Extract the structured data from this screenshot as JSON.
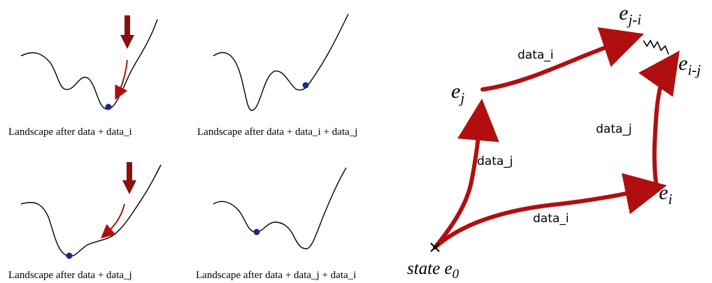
{
  "panels": [
    {
      "caption": "Landscape after data + data_i"
    },
    {
      "caption": "Landscape after data + data_i + data_j"
    },
    {
      "caption": "Landscape after data + data_j"
    },
    {
      "caption": "Landscape after data + data_j + data_i"
    }
  ],
  "graph": {
    "nodes": {
      "e0_prefix": "state e",
      "e0_sub": "0",
      "ej_base": "e",
      "ej_sub": "j",
      "ei_base": "e",
      "ei_sub": "i",
      "eji_base": "e",
      "eji_sub": "j-i",
      "eij_base": "e",
      "eij_sub": "i-j"
    },
    "edges": {
      "e0_ei": "data_i",
      "e0_ej": "data_j",
      "ej_eji": "data_i",
      "ei_eij": "data_j"
    }
  },
  "colors": {
    "arrow": "#b10f0f",
    "ball": "#1a2a8c",
    "curve": "#000000"
  }
}
